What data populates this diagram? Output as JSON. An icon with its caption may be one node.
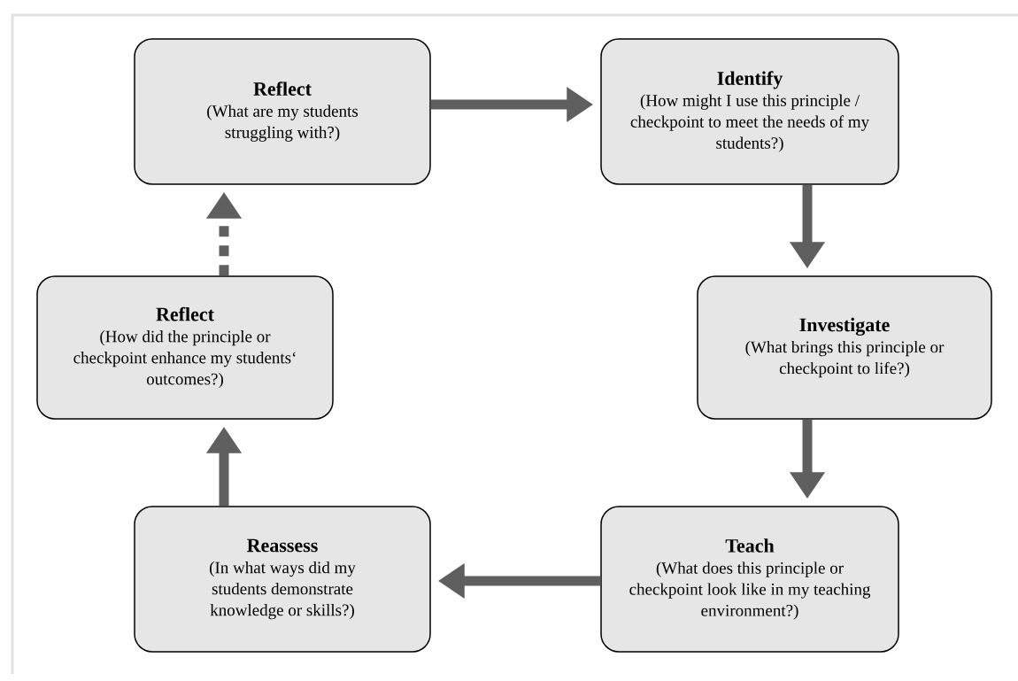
{
  "diagram": {
    "nodes": [
      {
        "text": [
          "Reflect",
          "(What are my students struggling with?)"
        ]
      },
      {
        "text": [
          "Identify",
          "(How might I use this principle / checkpoint to meet the needs of my students?)"
        ]
      },
      {
        "text": [
          "Investigate",
          "(What brings this principle or checkpoint to life?)"
        ]
      },
      {
        "text": [
          "Teach",
          "(What does this principle or checkpoint look like in my teaching environment?)"
        ]
      },
      {
        "text": [
          "Reassess",
          "(In what ways did my students demonstrate knowledge or skills?)"
        ]
      },
      {
        "text": [
          "Reflect",
          "(How did the principle or checkpoint enhance my students‘ outcomes?)"
        ]
      }
    ],
    "edges": [
      {
        "from": 0,
        "to": 1,
        "arrow": "to"
      },
      {
        "from": 1,
        "to": 2,
        "arrow": "to"
      },
      {
        "from": 2,
        "to": 3,
        "arrow": "to"
      },
      {
        "from": 3,
        "to": 4,
        "arrow": "to"
      },
      {
        "from": 4,
        "to": 5,
        "arrow": "to"
      },
      {
        "from": 5,
        "to": 0,
        "arrow": "to",
        "style": "dashed"
      }
    ]
  }
}
